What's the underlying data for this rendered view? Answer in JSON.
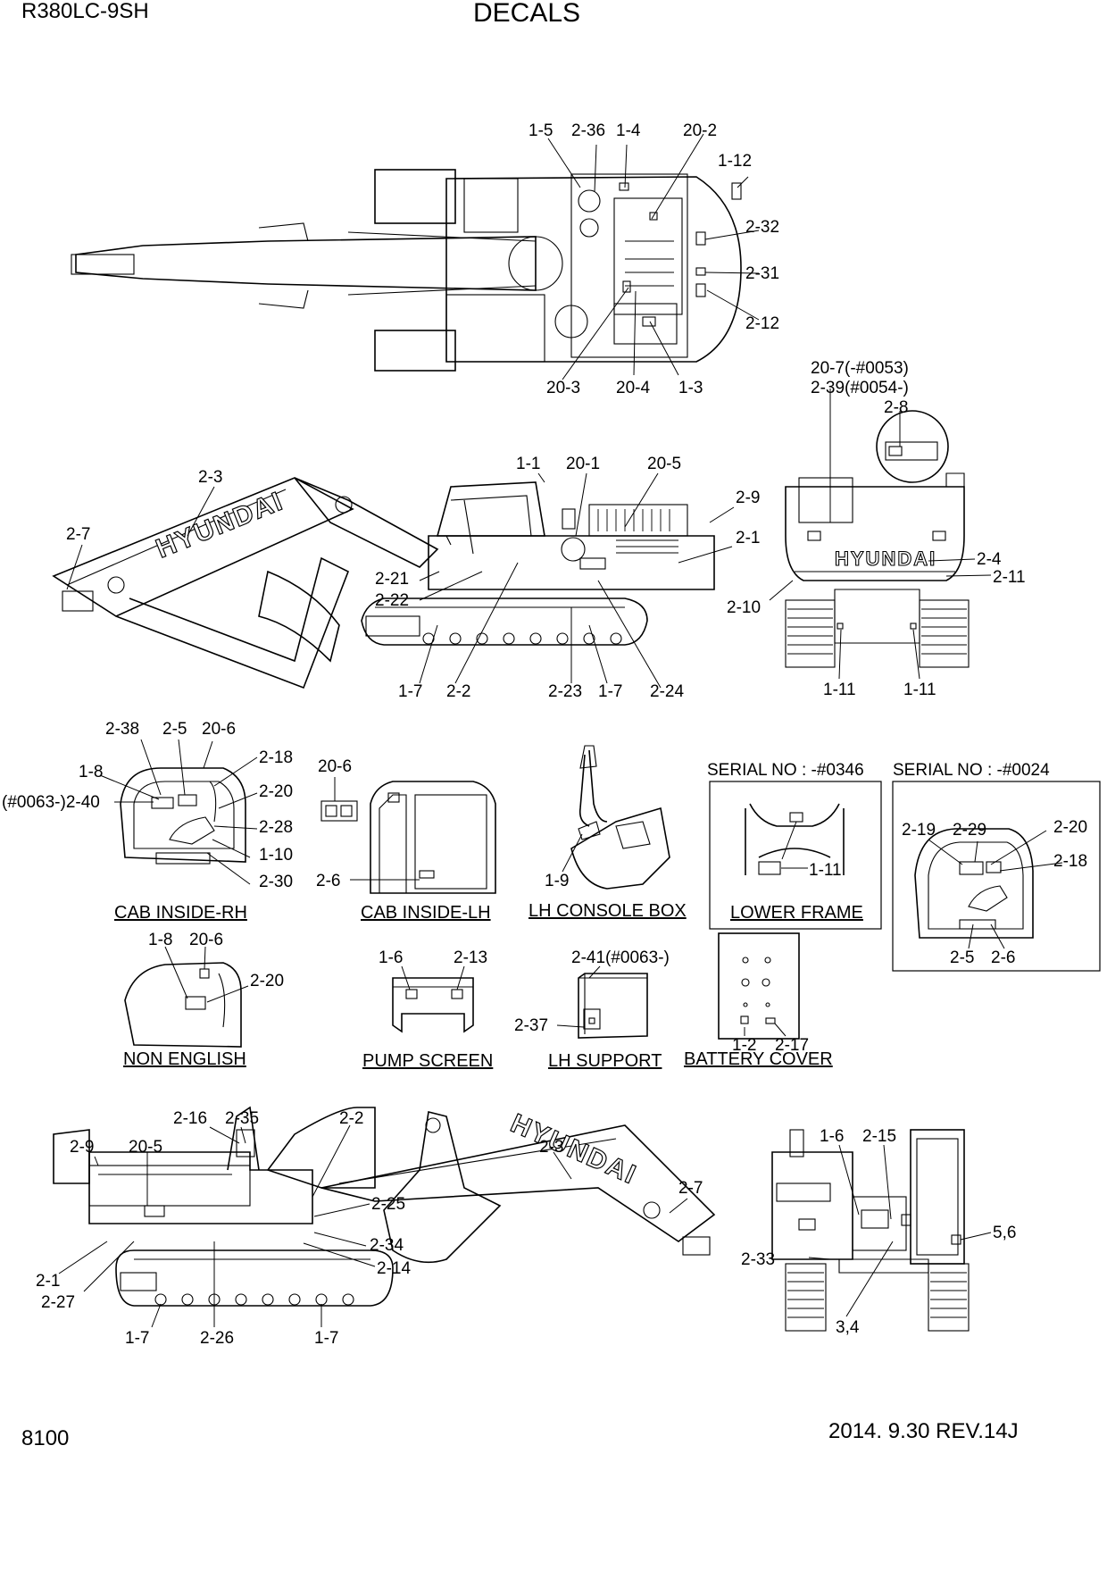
{
  "header": {
    "model": "R380LC-9SH",
    "title": "DECALS"
  },
  "footer": {
    "page": "8100",
    "revision": "2014. 9.30  REV.14J"
  },
  "brand": "HYUNDAI",
  "views": {
    "top": {
      "labels": [
        "1-5",
        "2-36",
        "1-4",
        "20-2",
        "1-12",
        "2-32",
        "2-31",
        "2-12",
        "20-3",
        "20-4",
        "1-3"
      ]
    },
    "left_side": {
      "labels": [
        "2-3",
        "2-7",
        "1-1",
        "20-1",
        "20-5",
        "2-9",
        "2-1",
        "2-21",
        "2-22",
        "1-7",
        "2-2",
        "2-23",
        "1-7",
        "2-24"
      ]
    },
    "rear": {
      "labels": [
        "20-7(-#0053)",
        "2-39(#0054-)",
        "2-8",
        "2-4",
        "2-11",
        "2-10",
        "1-11",
        "1-11"
      ]
    },
    "cab_inside_rh": {
      "caption": "CAB INSIDE-RH",
      "labels": [
        "2-38",
        "2-5",
        "20-6",
        "2-18",
        "1-8",
        "2-20",
        "(#0063-)2-40",
        "2-28",
        "1-10",
        "2-30"
      ]
    },
    "cab_inside_lh": {
      "caption": "CAB INSIDE-LH",
      "labels": [
        "20-6",
        "2-6"
      ]
    },
    "lh_console_box": {
      "caption": "LH CONSOLE BOX",
      "labels": [
        "1-9"
      ]
    },
    "lower_frame": {
      "serial": "SERIAL NO : -#0346",
      "caption": "LOWER FRAME",
      "labels": [
        "1-11"
      ]
    },
    "serial_0024": {
      "serial": "SERIAL NO : -#0024",
      "labels": [
        "2-19",
        "2-29",
        "2-20",
        "2-18",
        "2-5",
        "2-6"
      ]
    },
    "non_english": {
      "caption": "NON ENGLISH",
      "labels": [
        "1-8",
        "20-6",
        "2-20"
      ]
    },
    "pump_screen": {
      "caption": "PUMP SCREEN",
      "labels": [
        "1-6",
        "2-13"
      ]
    },
    "lh_support": {
      "caption": "LH SUPPORT",
      "labels": [
        "2-41(#0063-)",
        "2-37"
      ]
    },
    "battery_cover": {
      "caption": "BATTERY COVER",
      "labels": [
        "1-2",
        "2-17"
      ]
    },
    "right_side": {
      "labels": [
        "2-16",
        "2-35",
        "2-2",
        "2-3",
        "2-9",
        "20-5",
        "2-25",
        "2-7",
        "2-34",
        "2-14",
        "2-1",
        "2-27",
        "1-7",
        "2-26",
        "1-7"
      ]
    },
    "front": {
      "labels": [
        "1-6",
        "2-15",
        "5,6",
        "2-33",
        "3,4"
      ]
    }
  }
}
